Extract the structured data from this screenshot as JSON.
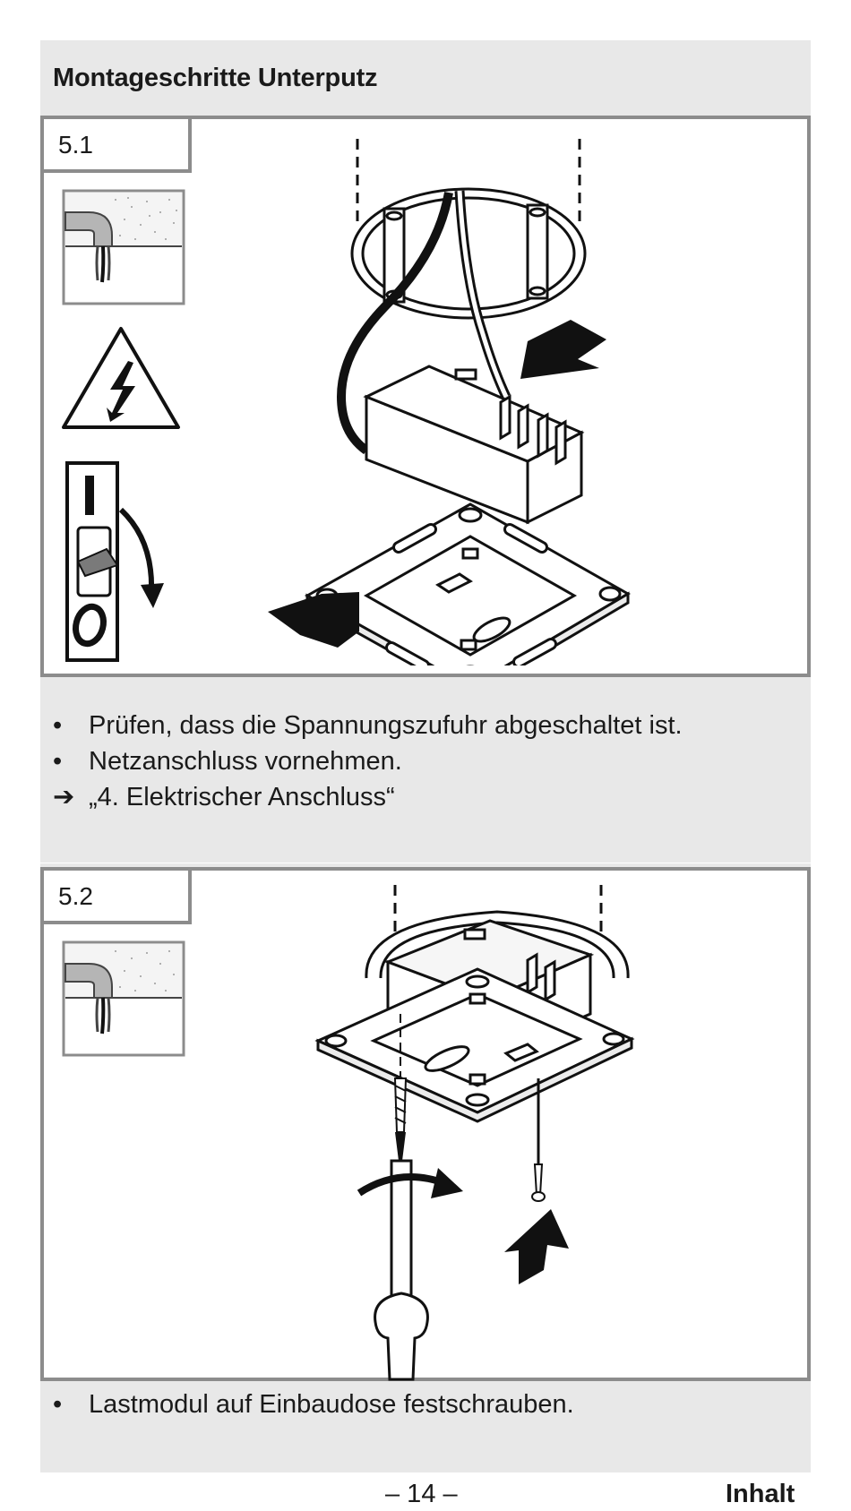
{
  "section_title": "Montageschritte Unterputz",
  "steps": [
    {
      "number": "5.1",
      "bullets": [
        {
          "marker": "•",
          "text": "Prüfen, dass die Spannungszufuhr abgeschaltet ist."
        },
        {
          "marker": "•",
          "text": "Netzanschluss vornehmen."
        },
        {
          "marker": "➔",
          "text": "„4. Elektrischer Anschluss“"
        }
      ],
      "switch_labels": {
        "on": "I",
        "off": "O"
      }
    },
    {
      "number": "5.2",
      "bullets": [
        {
          "marker": "•",
          "text": "Lastmodul auf Einbaudose festschrauben."
        }
      ]
    }
  ],
  "footer": {
    "page": "– 14 –",
    "link": "Inhalt"
  }
}
